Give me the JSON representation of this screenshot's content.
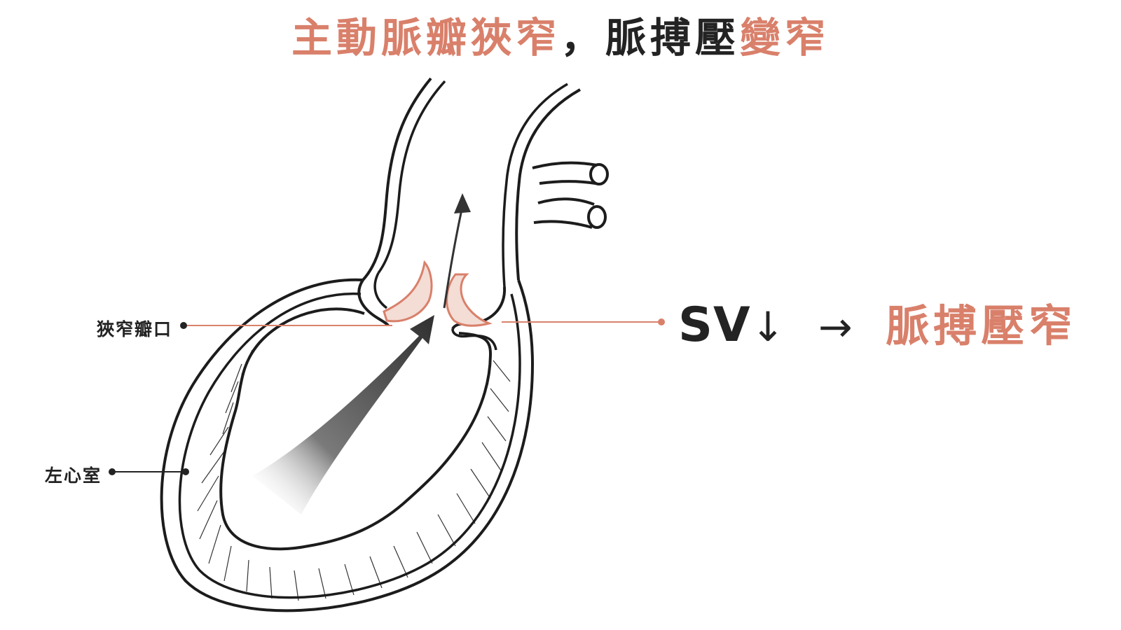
{
  "title": {
    "part1": "主動脈瓣狹窄",
    "part2": "，脈搏壓",
    "part3": "變窄"
  },
  "labels": {
    "valve": "狹窄瓣口",
    "ventricle": "左心室"
  },
  "formula": {
    "sv": "SV",
    "down_arrow": "↓",
    "right_arrow": "→",
    "result": "脈搏壓窄"
  },
  "colors": {
    "accent": "#d9806b",
    "ink": "#232323"
  }
}
